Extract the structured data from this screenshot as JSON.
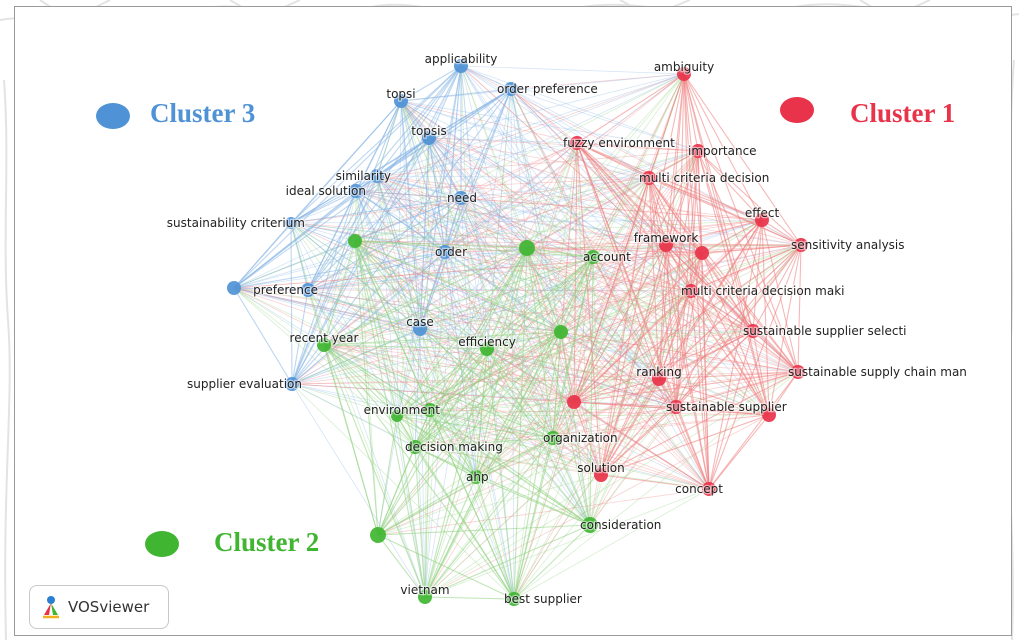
{
  "app": {
    "name": "VOSviewer",
    "icon": "vosviewer-logo-icon"
  },
  "colors": {
    "cluster1": "#e8334a",
    "cluster2": "#3fb531",
    "cluster3": "#4f93d6",
    "edge1": "#ee7e7e",
    "edge2": "#8fd27f",
    "edge3": "#86b4e4",
    "label_text": "#222222"
  },
  "clusters": [
    {
      "id": 1,
      "label": "Cluster 1",
      "color": "#e8334a"
    },
    {
      "id": 2,
      "label": "Cluster 2",
      "color": "#3fb531"
    },
    {
      "id": 3,
      "label": "Cluster 3",
      "color": "#4f93d6"
    }
  ],
  "network": {
    "nodes": [
      {
        "id": "applicability",
        "label": "applicability",
        "cluster": 3
      },
      {
        "id": "order_preference",
        "label": "order preference",
        "cluster": 3
      },
      {
        "id": "topsi",
        "label": "topsi",
        "cluster": 3
      },
      {
        "id": "topsis",
        "label": "topsis",
        "cluster": 3
      },
      {
        "id": "similarity",
        "label": "similarity",
        "cluster": 3
      },
      {
        "id": "ideal_solution",
        "label": "ideal solution",
        "cluster": 3
      },
      {
        "id": "need",
        "label": "need",
        "cluster": 3
      },
      {
        "id": "sustainability_criterium",
        "label": "sustainability criterium",
        "cluster": 3
      },
      {
        "id": "order",
        "label": "order",
        "cluster": 3
      },
      {
        "id": "preference",
        "label": "preference",
        "cluster": 3
      },
      {
        "id": "case",
        "label": "case",
        "cluster": 3
      },
      {
        "id": "supplier_evaluation",
        "label": "supplier evaluation",
        "cluster": 3
      },
      {
        "id": "blue_far_left",
        "label": "",
        "cluster": 3
      },
      {
        "id": "ambiguity",
        "label": "ambiguity",
        "cluster": 1
      },
      {
        "id": "fuzzy_environment",
        "label": "fuzzy environment",
        "cluster": 1
      },
      {
        "id": "importance",
        "label": "importance",
        "cluster": 1
      },
      {
        "id": "multi_criteria_decision",
        "label": "multi criteria decision",
        "cluster": 1
      },
      {
        "id": "effect",
        "label": "effect",
        "cluster": 1
      },
      {
        "id": "framework",
        "label": "framework",
        "cluster": 1
      },
      {
        "id": "sensitivity_analysis",
        "label": "sensitivity analysis",
        "cluster": 1
      },
      {
        "id": "multi_criteria_decision_maki",
        "label": "multi criteria decision maki",
        "cluster": 1
      },
      {
        "id": "sustainable_supplier_selecti",
        "label": "sustainable supplier selecti",
        "cluster": 1
      },
      {
        "id": "ranking",
        "label": "ranking",
        "cluster": 1
      },
      {
        "id": "sustainable_supply_chain_man",
        "label": "sustainable supply chain man",
        "cluster": 1
      },
      {
        "id": "sustainable_supplier",
        "label": "sustainable supplier",
        "cluster": 1
      },
      {
        "id": "solution",
        "label": "solution",
        "cluster": 1
      },
      {
        "id": "concept",
        "label": "concept",
        "cluster": 1
      },
      {
        "id": "red_mid_left",
        "label": "",
        "cluster": 1
      },
      {
        "id": "red_right_low",
        "label": "",
        "cluster": 1
      },
      {
        "id": "red_framework_2",
        "label": "",
        "cluster": 1
      },
      {
        "id": "account",
        "label": "account",
        "cluster": 2
      },
      {
        "id": "recent_year",
        "label": "recent year",
        "cluster": 2
      },
      {
        "id": "efficiency",
        "label": "efficiency",
        "cluster": 2
      },
      {
        "id": "environment",
        "label": "environment",
        "cluster": 2
      },
      {
        "id": "decision_making",
        "label": "decision making",
        "cluster": 2
      },
      {
        "id": "organization",
        "label": "organization",
        "cluster": 2
      },
      {
        "id": "ahp",
        "label": "ahp",
        "cluster": 2
      },
      {
        "id": "consideration",
        "label": "consideration",
        "cluster": 2
      },
      {
        "id": "vietnam",
        "label": "vietnam",
        "cluster": 2
      },
      {
        "id": "best_supplier",
        "label": "best supplier",
        "cluster": 2
      },
      {
        "id": "green_top_left",
        "label": "",
        "cluster": 2
      },
      {
        "id": "green_top_mid",
        "label": "",
        "cluster": 2
      },
      {
        "id": "green_mid",
        "label": "",
        "cluster": 2
      },
      {
        "id": "green_bottom_left",
        "label": "",
        "cluster": 2
      },
      {
        "id": "green_env_2",
        "label": "",
        "cluster": 2
      }
    ]
  }
}
